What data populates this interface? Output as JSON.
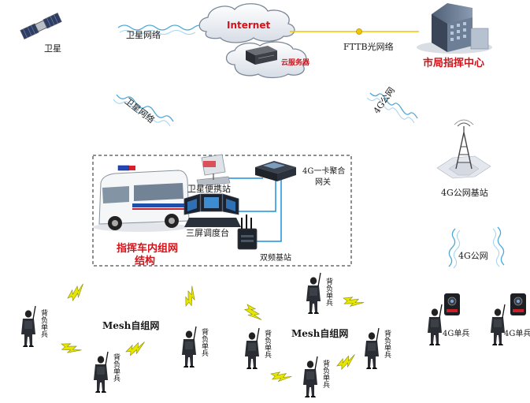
{
  "nodes": {
    "satellite": "卫星",
    "internet": "Internet",
    "cloud_server": "云服务器",
    "command_center": "市局指挥中心",
    "base_station_4g": "4G公网基站",
    "satellite_portable": "卫星便携站",
    "aggregation_gateway_line1": "4G一卡聚合",
    "aggregation_gateway_line2": "网关",
    "dispatch_console": "三屏调度台",
    "dual_band_base": "双频基站",
    "vehicle_network_line1": "指挥车内组网",
    "vehicle_network_line2": "结构",
    "mesh_network_left": "Mesh自组网",
    "mesh_network_right": "Mesh自组网",
    "backpack_soldier": "背负单兵",
    "soldier_4g": "4G单兵"
  },
  "links": {
    "satellite_network_top": "卫星网络",
    "satellite_network_diag": "卫星网络",
    "fttb": "FTTB光网络",
    "public_4g_top": "4G公网",
    "public_4g_bottom": "4G公网"
  },
  "colors": {
    "lightning": "#e6e600",
    "lightning_stroke": "#8a8a00",
    "fiber": "#f2c600",
    "cable": "#1a8fe0",
    "red_label": "#d0141b",
    "wireless": "#4ea9d8"
  }
}
